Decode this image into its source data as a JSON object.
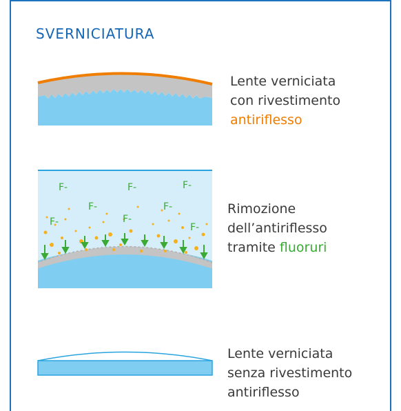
{
  "title": "SVERNICIATURA",
  "step1": {
    "line1": "Lente verniciata",
    "line2": "con rivestimento",
    "highlight": "antiriflesso"
  },
  "step2": {
    "line1": "Rimozione",
    "line2": "dell’antiriflesso",
    "line3_prefix": "tramite ",
    "highlight": "fluoruri",
    "ion_label": "F-"
  },
  "step3": {
    "line1": "Lente verniciata",
    "line2": "senza rivestimento",
    "line3": "antiriflesso"
  },
  "colors": {
    "brand_blue": "#1565b5",
    "coating_orange": "#ef7d00",
    "fluoride_green": "#3aaa35",
    "lens_blue": "#7fcdf0",
    "lens_light": "#d6eef9",
    "varnish_grey": "#bdbdbd",
    "particle_yellow": "#f5b01e"
  }
}
